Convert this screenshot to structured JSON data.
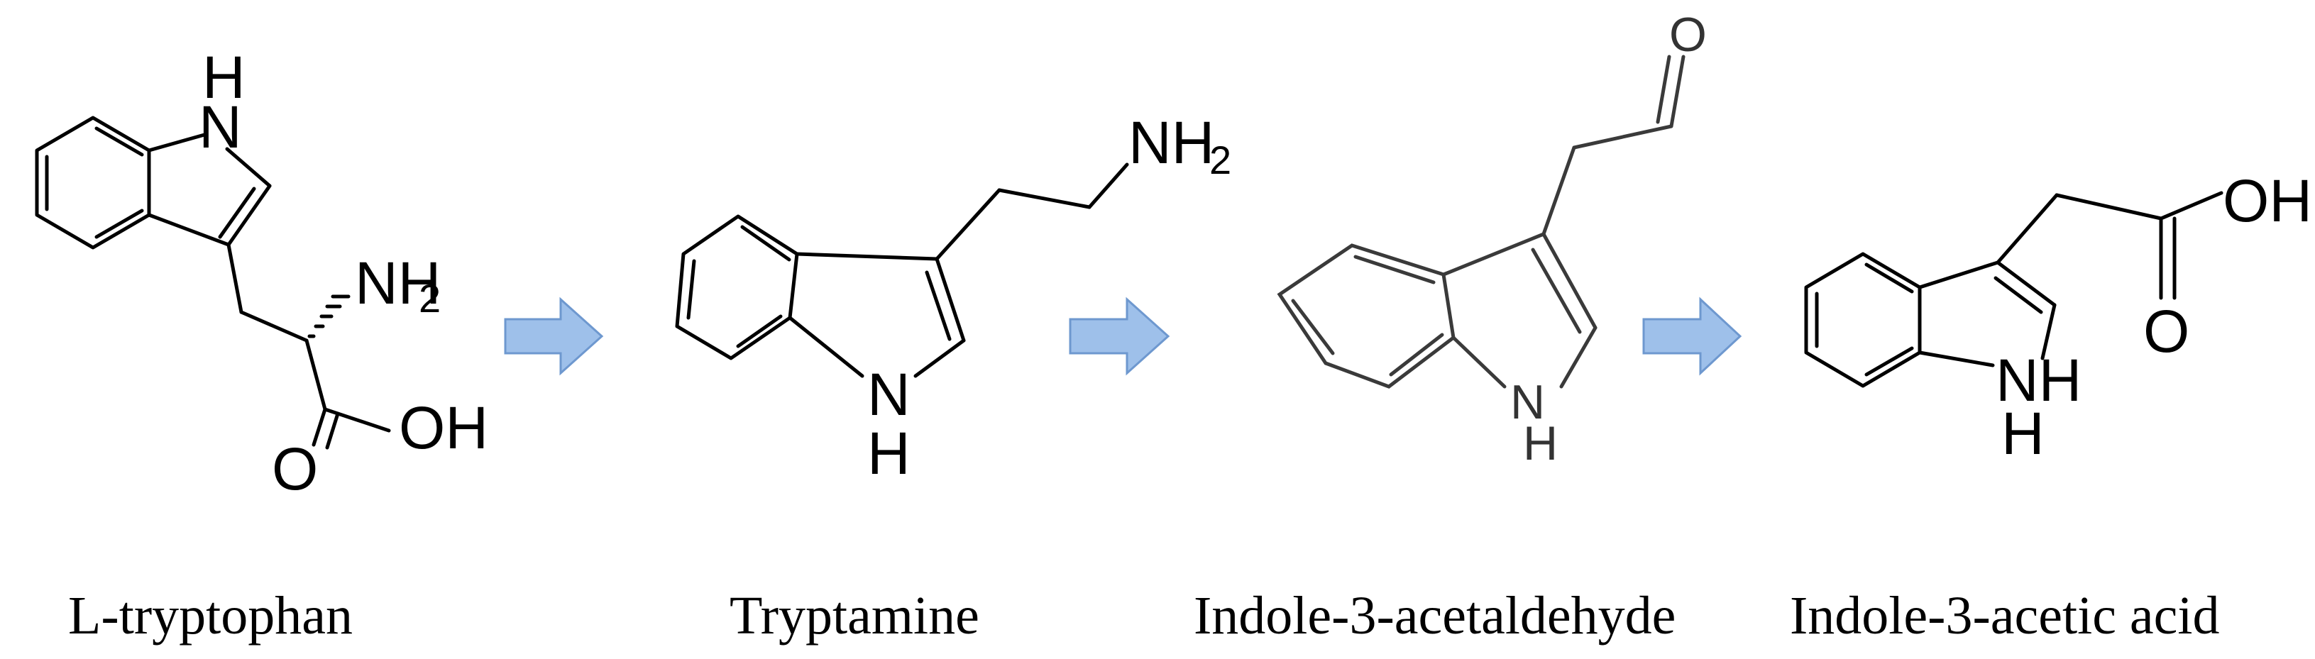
{
  "molecules": [
    {
      "name": "L-tryptophan"
    },
    {
      "name": "Tryptamine"
    },
    {
      "name": "Indole-3-acetaldehyde"
    },
    {
      "name": "Indole-3-acetic acid"
    }
  ],
  "atoms": {
    "nh": "H",
    "n": "N",
    "nh_combined": "NH",
    "h": "H",
    "nh2": "NH",
    "sub2": "2",
    "oh": "OH",
    "o": "O"
  },
  "colors": {
    "arrow_fill": "#9ec0ea",
    "arrow_stroke": "#6e98cf"
  }
}
